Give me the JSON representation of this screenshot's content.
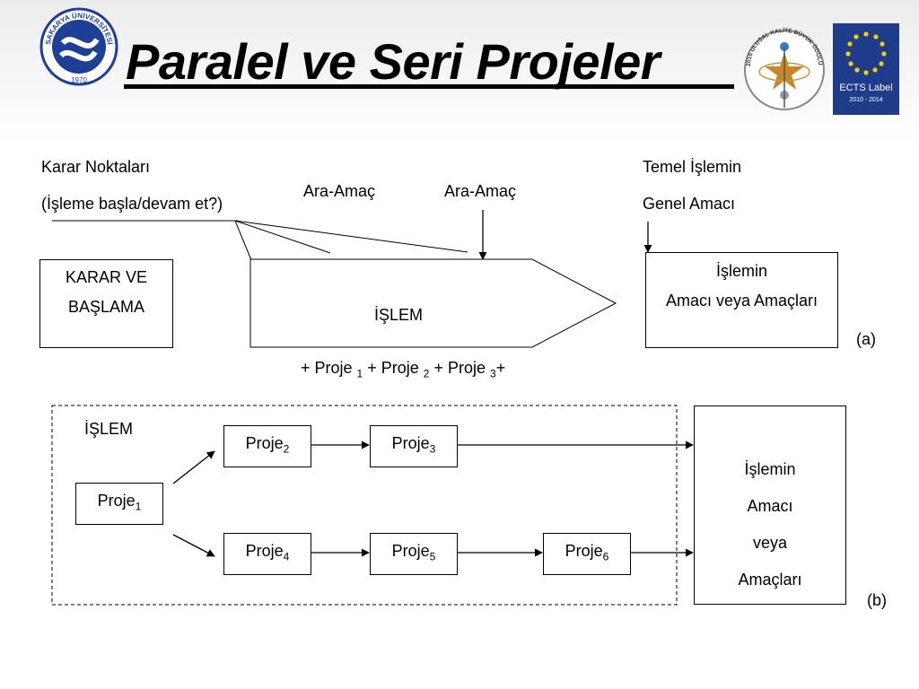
{
  "title": "Paralel ve Seri Projeler",
  "logos": {
    "university_ring_text": "SAKARYA ÜNİVERSİTESİ",
    "university_year": "1970",
    "award_ring_text": "2010 ULUSAL KALİTE BÜYÜK ÖDÜLÜ",
    "ects_label": "ECTS Label",
    "ects_years": "2010 - 2014"
  },
  "diagram_a": {
    "decision_points_line1": "Karar Noktaları",
    "decision_points_line2": "(İşleme başla/devam et?)",
    "intermediate_goal_1": "Ara-Amaç",
    "intermediate_goal_2": "Ara-Amaç",
    "general_goal_line1": "Temel İşlemin",
    "general_goal_line2": "Genel Amacı",
    "decision_box_line1": "KARAR  VE",
    "decision_box_line2": "BAŞLAMA",
    "process_label": "İŞLEM",
    "goal_box_line1": "İşlemin",
    "goal_box_line2": "Amacı veya Amaçları",
    "formula": {
      "plus1": "+ Proje ",
      "sub1": "1",
      "plus2": " + Proje ",
      "sub2": "2",
      "plus3": " + Proje ",
      "sub3": "3",
      "end": "+"
    },
    "tag": "(a)"
  },
  "diagram_b": {
    "process_label": "İŞLEM",
    "projects": [
      {
        "base": "Proje",
        "sub": "1"
      },
      {
        "base": "Proje",
        "sub": "2"
      },
      {
        "base": "Proje",
        "sub": "3"
      },
      {
        "base": "Proje",
        "sub": "4"
      },
      {
        "base": "Proje",
        "sub": "5"
      },
      {
        "base": "Proje",
        "sub": "6"
      }
    ],
    "goal_box_lines": [
      "İşlemin",
      "Amacı",
      "veya",
      "Amaçları"
    ],
    "tag": "(b)"
  },
  "colors": {
    "ects_blue": "#1f3c8a",
    "star_yellow": "#f4d000",
    "university_blue": "#1d3f95"
  }
}
